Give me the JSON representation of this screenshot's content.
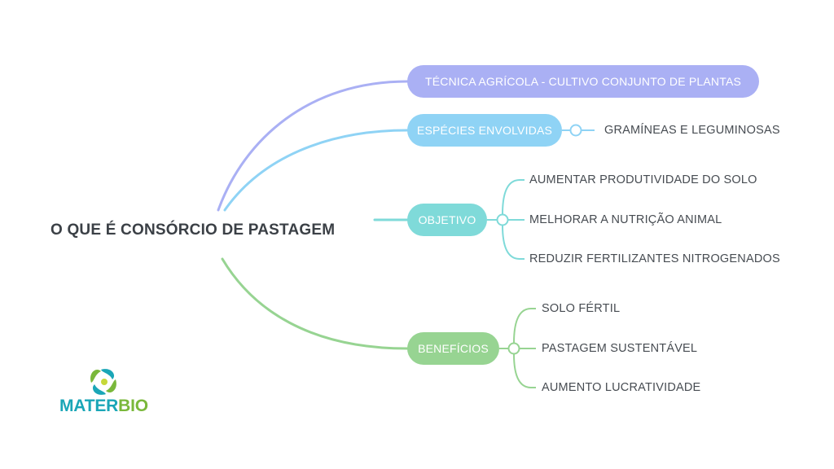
{
  "root": {
    "title": "O QUE É CONSÓRCIO DE PASTAGEM"
  },
  "branches": [
    {
      "label": "TÉCNICA AGRÍCOLA - CULTIVO CONJUNTO DE PLANTAS",
      "color": "#aab0f4",
      "children": []
    },
    {
      "label": "ESPÉCIES ENVOLVIDAS",
      "color": "#8fd3f5",
      "children": [
        "GRAMÍNEAS E LEGUMINOSAS"
      ]
    },
    {
      "label": "OBJETIVO",
      "color": "#7fdad9",
      "children": [
        "AUMENTAR PRODUTIVIDADE DO SOLO",
        "MELHORAR A NUTRIÇÃO ANIMAL",
        "REDUZIR FERTILIZANTES NITROGENADOS"
      ]
    },
    {
      "label": "BENEFÍCIOS",
      "color": "#97d492",
      "children": [
        "SOLO FÉRTIL",
        "PASTAGEM SUSTENTÁVEL",
        "AUMENTO LUCRATIVIDADE"
      ]
    }
  ],
  "logo": {
    "name_part1": "MATER",
    "name_part2": "BIO",
    "color_1": "#1aa6b7",
    "color_2": "#7ab83b"
  }
}
